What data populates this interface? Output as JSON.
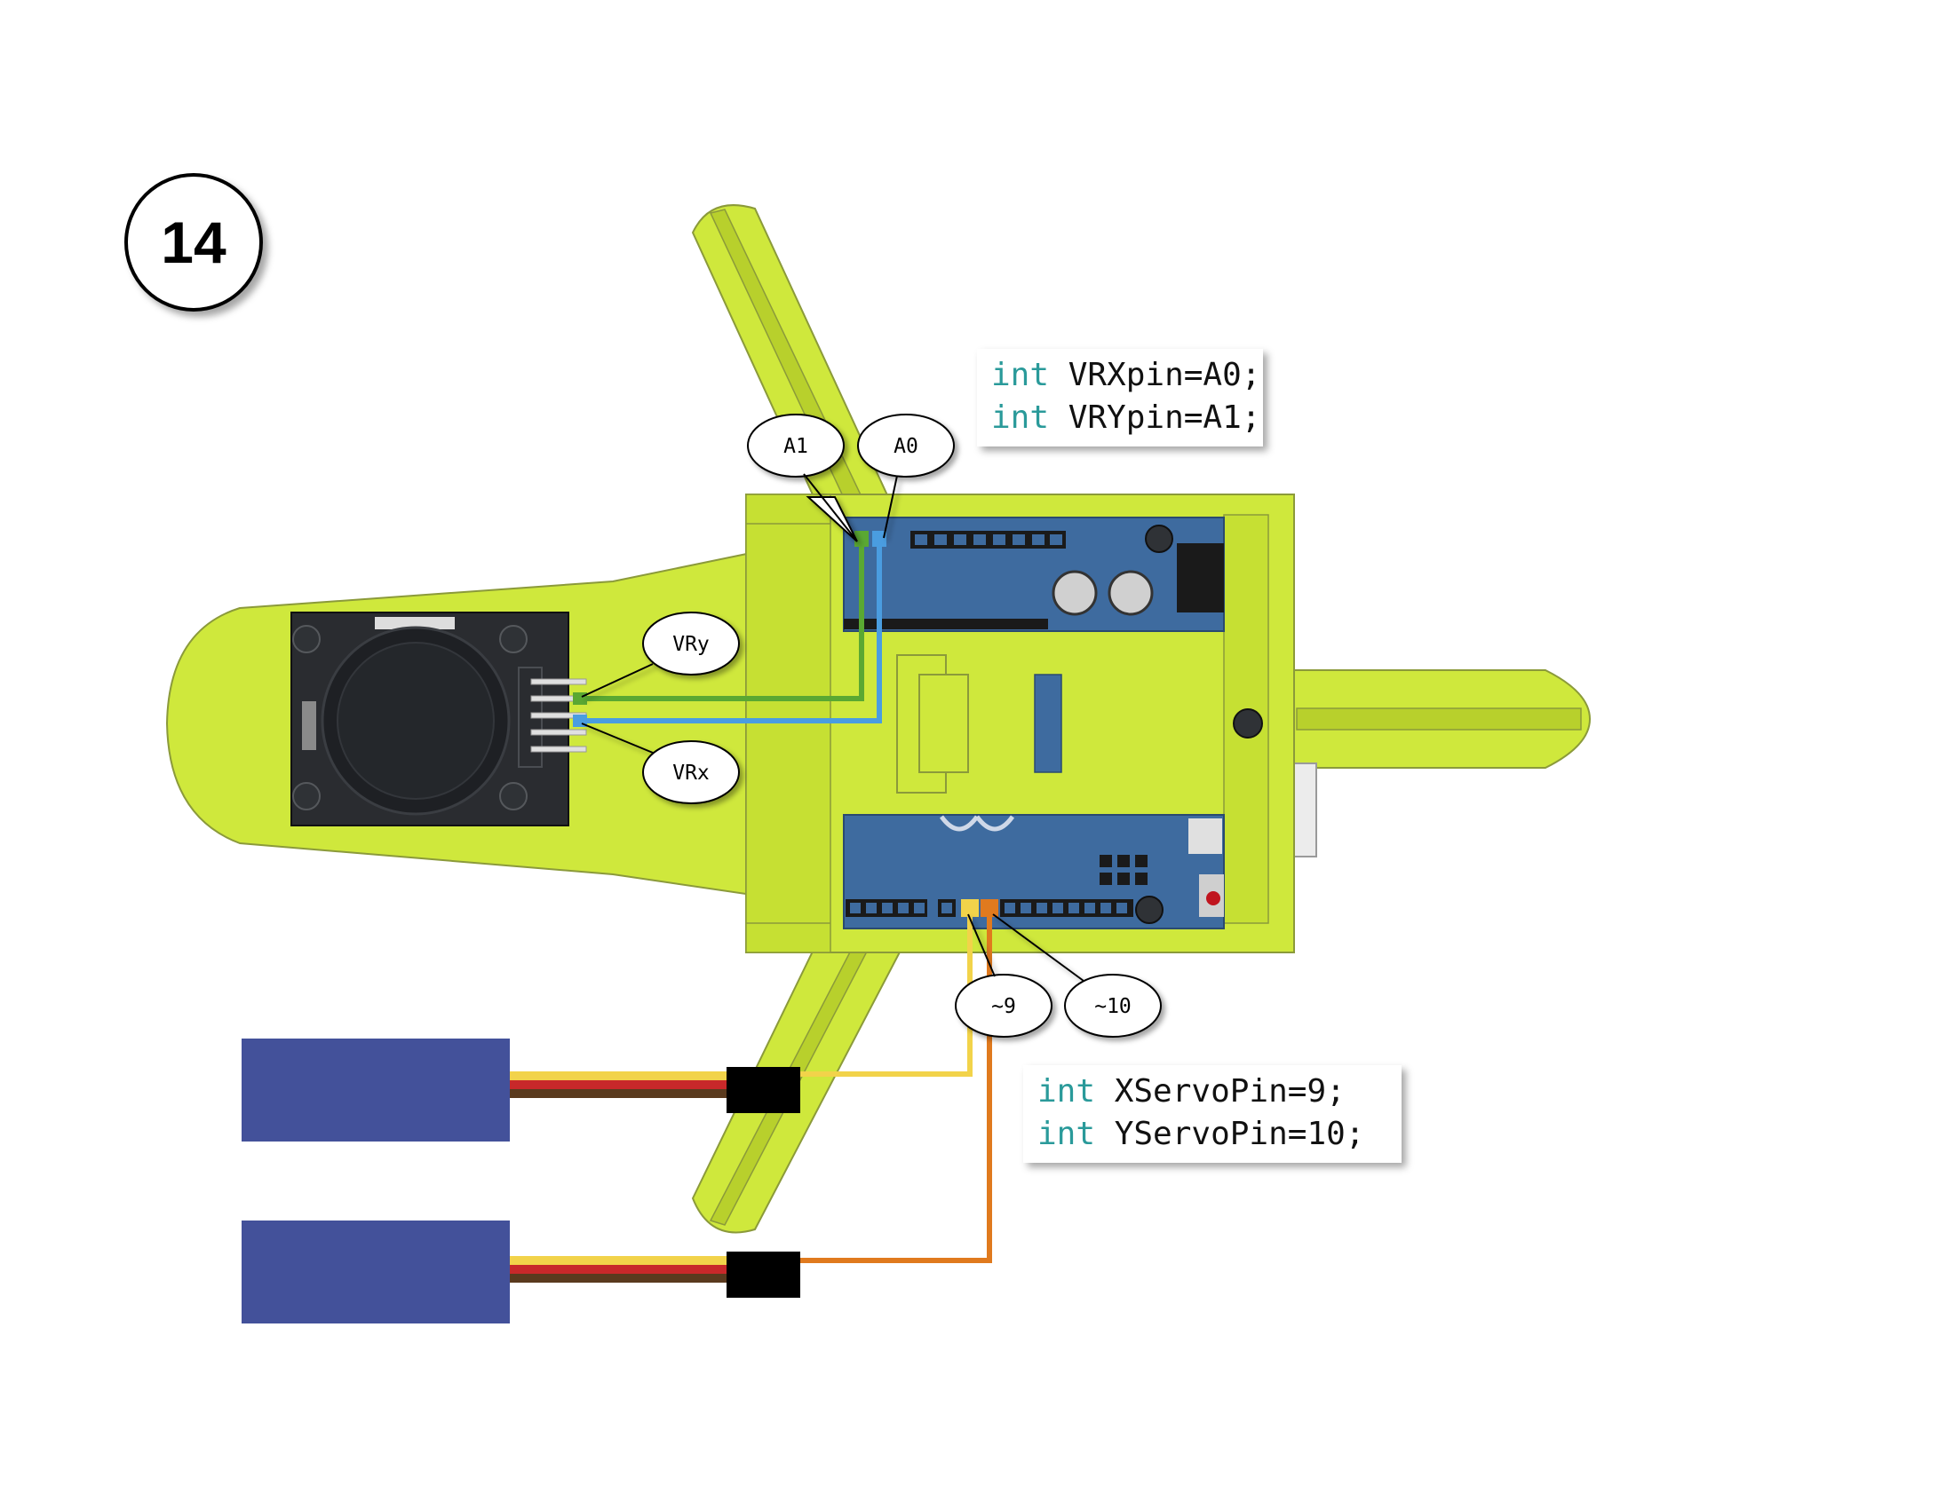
{
  "step": {
    "number": "14"
  },
  "code": {
    "box1": {
      "lines": [
        {
          "keyword": "int",
          "rest": " VRXpin=A0;"
        },
        {
          "keyword": "int",
          "rest": " VRYpin=A1;"
        }
      ]
    },
    "box2": {
      "lines": [
        {
          "keyword": "int",
          "rest": " XServoPin=9;"
        },
        {
          "keyword": "int",
          "rest": " YServoPin=10;"
        }
      ]
    }
  },
  "callouts": {
    "a1": "A1",
    "a0": "A0",
    "vry": "VRy",
    "vrx": "VRx",
    "pin9": "~9",
    "pin10": "~10"
  },
  "colors": {
    "body": "#cfe83c",
    "board": "#3e6b9f",
    "servo": "#43519a",
    "wire_vry": "#5aa832",
    "wire_vrx": "#4a9de0",
    "wire_pin9": "#f2d34a",
    "wire_pin10": "#e07a1e"
  }
}
